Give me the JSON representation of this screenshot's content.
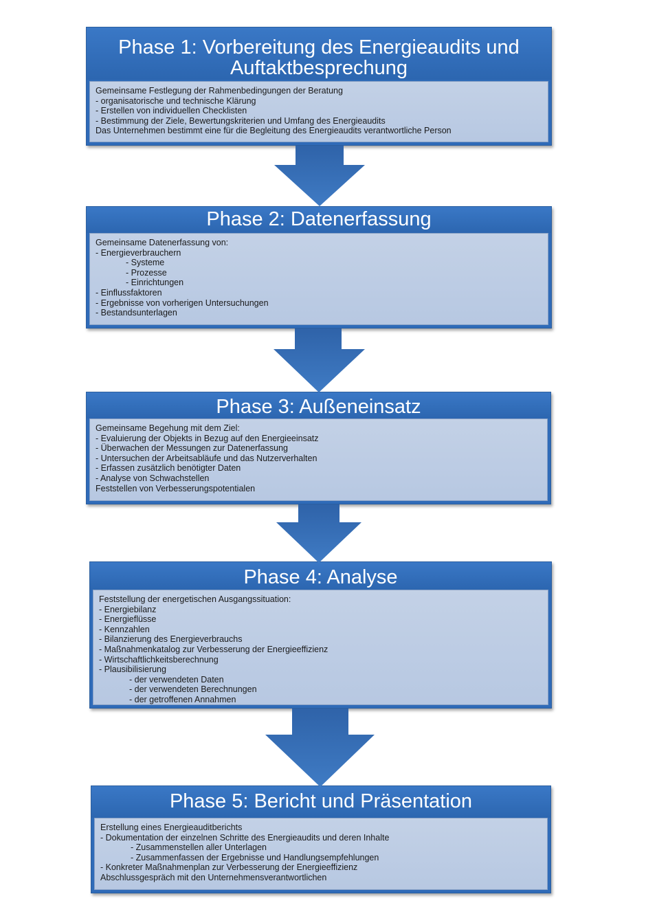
{
  "accent": "#2f6bb8",
  "arrow_color": "#3a6fb5",
  "phases": [
    {
      "title": "Phase 1: Vorbereitung des Energieaudits und\nAuftaktbesprechung",
      "lines": [
        {
          "text": "Gemeinsame Festlegung der Rahmenbedingungen der Beratung",
          "indent": 0
        },
        {
          "text": "- organisatorische und technische Klärung",
          "indent": 0
        },
        {
          "text": "- Erstellen von individuellen Checklisten",
          "indent": 0
        },
        {
          "text": "- Bestimmung der Ziele, Bewertungskriterien und Umfang des Energieaudits",
          "indent": 0
        },
        {
          "text": "Das Unternehmen bestimmt eine für die Begleitung des Energieaudits verantwortliche Person",
          "indent": 0
        }
      ]
    },
    {
      "title": "Phase 2: Datenerfassung",
      "lines": [
        {
          "text": "Gemeinsame Datenerfassung von:",
          "indent": 0
        },
        {
          "text": "- Energieverbrauchern",
          "indent": 0
        },
        {
          "text": "- Systeme",
          "indent": 1
        },
        {
          "text": "- Prozesse",
          "indent": 1
        },
        {
          "text": "- Einrichtungen",
          "indent": 1
        },
        {
          "text": "- Einflussfaktoren",
          "indent": 0
        },
        {
          "text": "- Ergebnisse von vorherigen Untersuchungen",
          "indent": 0
        },
        {
          "text": "- Bestandsunterlagen",
          "indent": 0
        }
      ]
    },
    {
      "title": "Phase 3: Außeneinsatz",
      "lines": [
        {
          "text": "Gemeinsame Begehung mit dem Ziel:",
          "indent": 0
        },
        {
          "text": "- Evaluierung der Objekts in Bezug auf den Energieeinsatz",
          "indent": 0
        },
        {
          "text": "- Überwachen der Messungen zur Datenerfassung",
          "indent": 0
        },
        {
          "text": "- Untersuchen der Arbeitsabläufe und das Nutzerverhalten",
          "indent": 0
        },
        {
          "text": "- Erfassen zusätzlich benötigter Daten",
          "indent": 0
        },
        {
          "text": "- Analyse von Schwachstellen",
          "indent": 0
        },
        {
          "text": "Feststellen von Verbesserungspotentialen",
          "indent": 0
        }
      ]
    },
    {
      "title": "Phase 4: Analyse",
      "lines": [
        {
          "text": "Feststellung der energetischen Ausgangssituation:",
          "indent": 0
        },
        {
          "text": "- Energiebilanz",
          "indent": 0
        },
        {
          "text": "- Energieflüsse",
          "indent": 0
        },
        {
          "text": "- Kennzahlen",
          "indent": 0
        },
        {
          "text": "- Bilanzierung des Energieverbrauchs",
          "indent": 0
        },
        {
          "text": "- Maßnahmenkatalog zur Verbesserung der Energieeffizienz",
          "indent": 0
        },
        {
          "text": "- Wirtschaftlichkeitsberechnung",
          "indent": 0
        },
        {
          "text": "- Plausibilisierung",
          "indent": 0
        },
        {
          "text": "- der verwendeten Daten",
          "indent": 1
        },
        {
          "text": "- der verwendeten Berechnungen",
          "indent": 1
        },
        {
          "text": "- der getroffenen Annahmen",
          "indent": 1
        }
      ]
    },
    {
      "title": "Phase 5: Bericht und Präsentation",
      "lines": [
        {
          "text": "Erstellung eines Energieauditberichts",
          "indent": 0
        },
        {
          "text": "- Dokumentation der einzelnen Schritte des Energieaudits und deren Inhalte",
          "indent": 0
        },
        {
          "text": "- Zusammenstellen aller Unterlagen",
          "indent": 1
        },
        {
          "text": "- Zusammenfassen der Ergebnisse und Handlungsempfehlungen",
          "indent": 1
        },
        {
          "text": "- Konkreter Maßnahmenplan zur Verbesserung der Energieeffizienz",
          "indent": 0
        },
        {
          "text": "Abschlussgespräch mit den Unternehmensverantwortlichen",
          "indent": 0
        }
      ]
    }
  ]
}
